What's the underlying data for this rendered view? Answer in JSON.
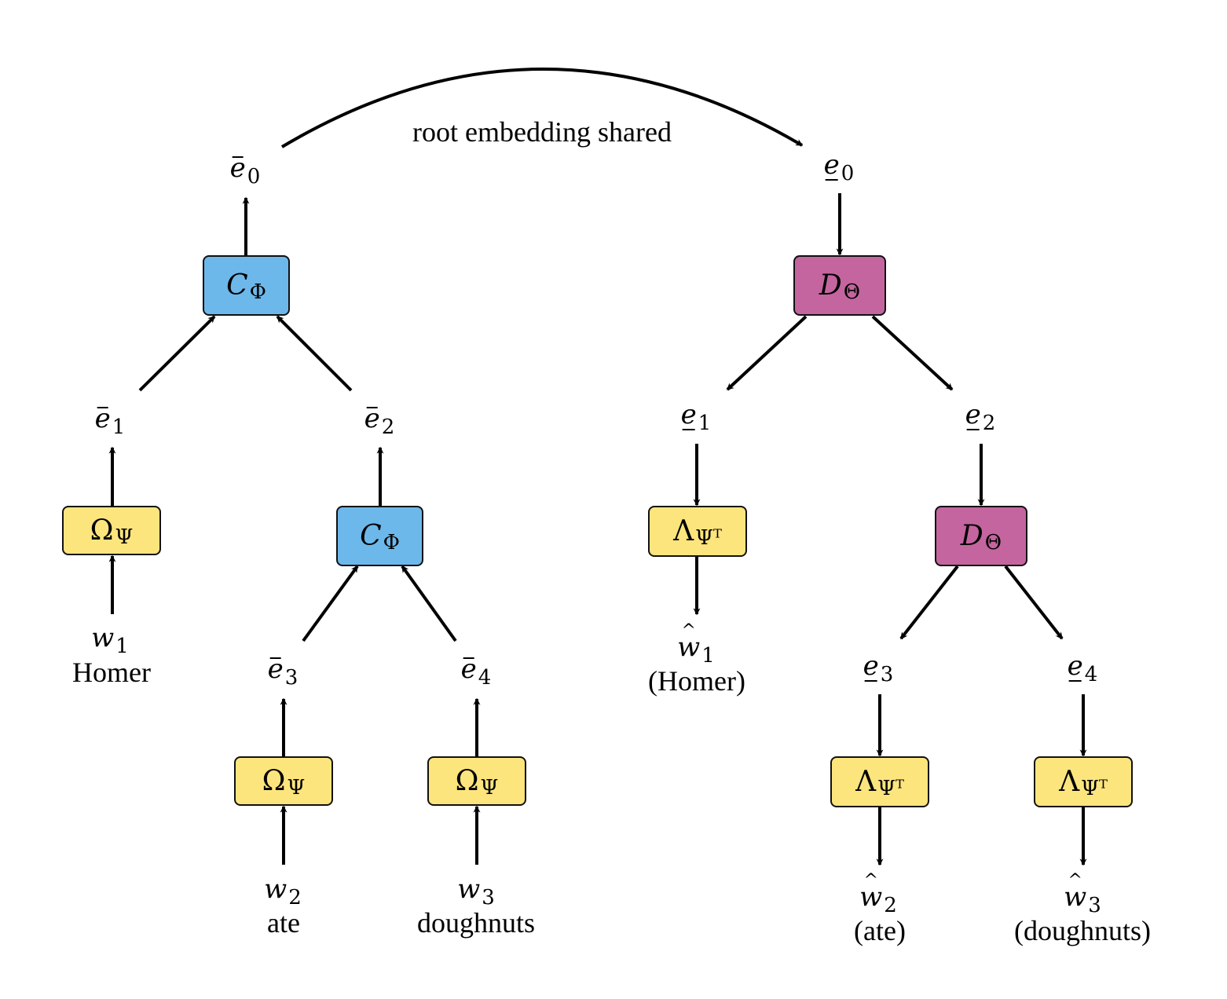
{
  "colors": {
    "composer": "#6db8ea",
    "decoder": "#c4659f",
    "leaf_op": "#fde57d",
    "stroke": "#000000"
  },
  "shared_edge": {
    "label": "root embedding shared",
    "from": "enc_e0",
    "to": "dec_e0"
  },
  "ops": {
    "composer": {
      "symbol": "C",
      "subscript": "Φ"
    },
    "decoder": {
      "symbol": "D",
      "subscript": "Θ"
    },
    "embed": {
      "symbol": "Ω",
      "subscript": "Ψ"
    },
    "decode_leaf": {
      "symbol": "Λ",
      "subscript": "Ψᵀ"
    }
  },
  "encoder": {
    "nodes": {
      "e0": {
        "base": "e",
        "index": "0",
        "accent": "bar"
      },
      "e1": {
        "base": "e",
        "index": "1",
        "accent": "bar"
      },
      "e2": {
        "base": "e",
        "index": "2",
        "accent": "bar"
      },
      "e3": {
        "base": "e",
        "index": "3",
        "accent": "bar"
      },
      "e4": {
        "base": "e",
        "index": "4",
        "accent": "bar"
      }
    },
    "boxes": {
      "c_root": {
        "op": "composer"
      },
      "c_mid": {
        "op": "composer"
      },
      "omega1": {
        "op": "embed"
      },
      "omega2": {
        "op": "embed"
      },
      "omega3": {
        "op": "embed"
      }
    },
    "inputs": [
      {
        "var": "w",
        "index": "1",
        "word": "Homer"
      },
      {
        "var": "w",
        "index": "2",
        "word": "ate"
      },
      {
        "var": "w",
        "index": "3",
        "word": "doughnuts"
      }
    ]
  },
  "decoder": {
    "nodes": {
      "e0": {
        "base": "e",
        "index": "0",
        "accent": "underline"
      },
      "e1": {
        "base": "e",
        "index": "1",
        "accent": "underline"
      },
      "e2": {
        "base": "e",
        "index": "2",
        "accent": "underline"
      },
      "e3": {
        "base": "e",
        "index": "3",
        "accent": "underline"
      },
      "e4": {
        "base": "e",
        "index": "4",
        "accent": "underline"
      }
    },
    "boxes": {
      "d_root": {
        "op": "decoder"
      },
      "d_mid": {
        "op": "decoder"
      },
      "lambda1": {
        "op": "decode_leaf"
      },
      "lambda2": {
        "op": "decode_leaf"
      },
      "lambda3": {
        "op": "decode_leaf"
      }
    },
    "outputs": [
      {
        "var": "ŵ",
        "base": "w",
        "index": "1",
        "word": "(Homer)"
      },
      {
        "var": "ŵ",
        "base": "w",
        "index": "2",
        "word": "(ate)"
      },
      {
        "var": "ŵ",
        "base": "w",
        "index": "3",
        "word": "(doughnuts)"
      }
    ]
  },
  "edges": [
    {
      "from": "enc.c_root",
      "to": "enc.e0"
    },
    {
      "from": "enc.e1",
      "to": "enc.c_root"
    },
    {
      "from": "enc.e2",
      "to": "enc.c_root"
    },
    {
      "from": "enc.omega1",
      "to": "enc.e1"
    },
    {
      "from": "enc.w1",
      "to": "enc.omega1"
    },
    {
      "from": "enc.c_mid",
      "to": "enc.e2"
    },
    {
      "from": "enc.e3",
      "to": "enc.c_mid"
    },
    {
      "from": "enc.e4",
      "to": "enc.c_mid"
    },
    {
      "from": "enc.omega2",
      "to": "enc.e3"
    },
    {
      "from": "enc.w2",
      "to": "enc.omega2"
    },
    {
      "from": "enc.omega3",
      "to": "enc.e4"
    },
    {
      "from": "enc.w3",
      "to": "enc.omega3"
    },
    {
      "from": "dec.e0",
      "to": "dec.d_root"
    },
    {
      "from": "dec.d_root",
      "to": "dec.e1"
    },
    {
      "from": "dec.d_root",
      "to": "dec.e2"
    },
    {
      "from": "dec.e1",
      "to": "dec.lambda1"
    },
    {
      "from": "dec.lambda1",
      "to": "dec.w1"
    },
    {
      "from": "dec.e2",
      "to": "dec.d_mid"
    },
    {
      "from": "dec.d_mid",
      "to": "dec.e3"
    },
    {
      "from": "dec.d_mid",
      "to": "dec.e4"
    },
    {
      "from": "dec.e3",
      "to": "dec.lambda2"
    },
    {
      "from": "dec.lambda2",
      "to": "dec.w2"
    },
    {
      "from": "dec.e4",
      "to": "dec.lambda3"
    },
    {
      "from": "dec.lambda3",
      "to": "dec.w3"
    }
  ]
}
